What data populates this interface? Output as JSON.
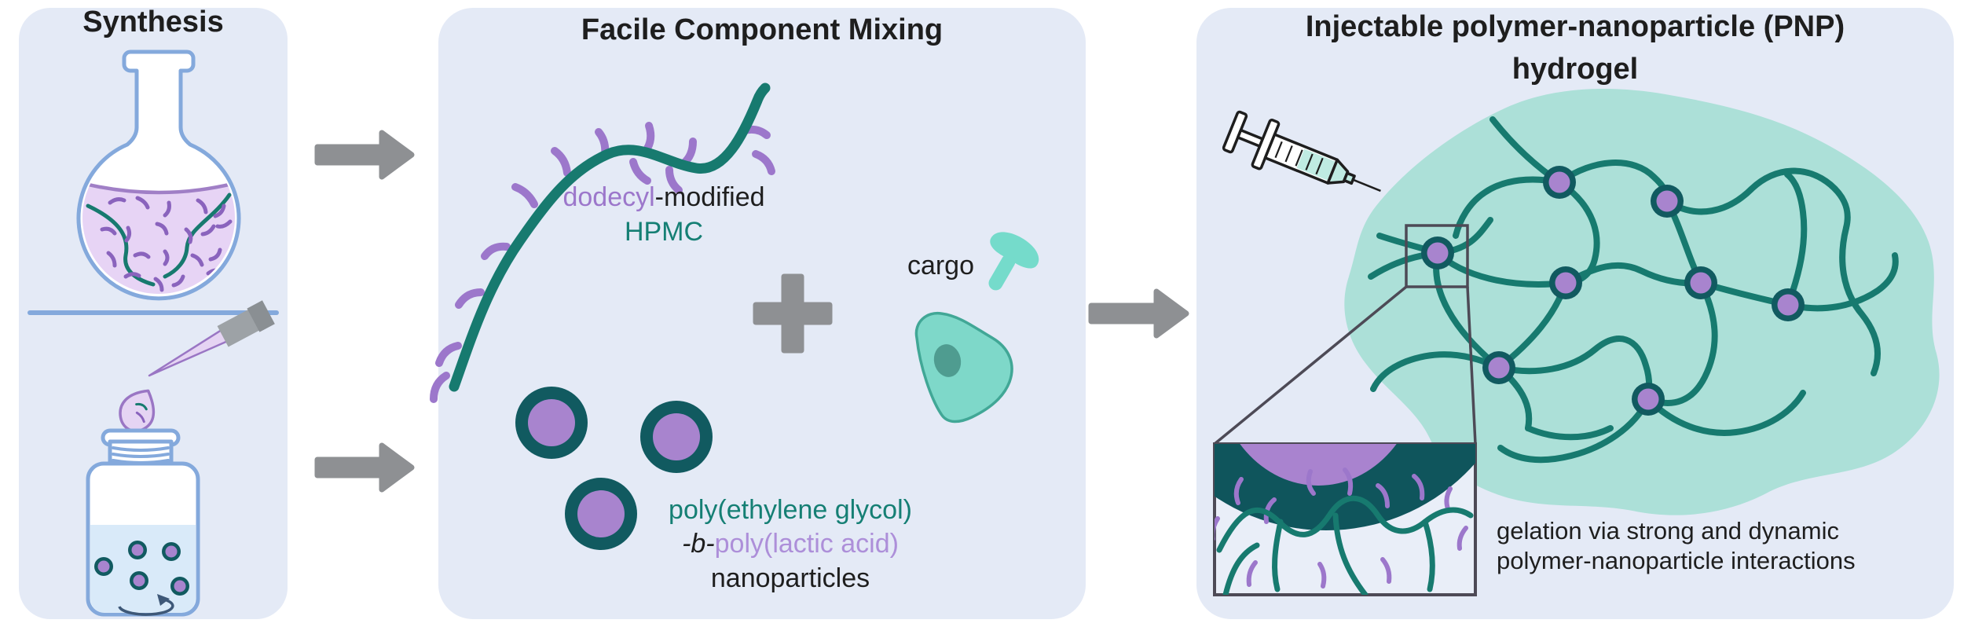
{
  "figure": {
    "type": "scientific-schematic",
    "description": "Three-panel schematic of injectable polymer-nanoparticle hydrogel formation"
  },
  "panels": {
    "synthesis": {
      "title": "Synthesis"
    },
    "mixing": {
      "title": "Facile Component Mixing",
      "hpmc_label_colored": "dodecyl",
      "hpmc_label_rest": "-modified",
      "hpmc_label_line2": "HPMC",
      "cargo_label": "cargo",
      "np_label_line1": "poly(ethylene glycol)",
      "np_label_line2_prefix": "-b-",
      "np_label_line2_suffix": "poly(lactic acid)",
      "np_label_line3": "nanoparticles"
    },
    "hydrogel": {
      "title_line1": "Injectable polymer-nanoparticle (PNP)",
      "title_line2": "hydrogel",
      "caption_line1": "gelation via strong and dynamic",
      "caption_line2": "polymer-nanoparticle interactions"
    }
  },
  "palette": {
    "panel_bg": "#E4EAF6",
    "text_dark": "#1E1E1E",
    "arrow_gray": "#8E9093",
    "teal_polymer": "#177A6F",
    "teal_text": "#157F74",
    "purple_side_chain": "#9C77CB",
    "purple_text_light": "#AD8FD9",
    "flask_squiggle": "#8A63BD",
    "np_shell": "#115A60",
    "np_core": "#A884CE",
    "gel_fill": "#ACE0D8",
    "cell_fill": "#7ED8C9",
    "cell_stroke": "#41A796",
    "cell_nucleus": "#4F9C90",
    "cargo_molecule": "#75DBCB",
    "glass_blue": "#84A9DC",
    "flask_liquid": "#E7D4F5",
    "liquid_surface": "#A07FC6",
    "jar_liquid": "#D9EAF9",
    "drop_fill": "#E5D4F3",
    "drop_stroke": "#9A76C4",
    "pipette_gray": "#9DA2A6",
    "syringe_liquid": "#BFEBE2",
    "stir_arrow": "#3E5878",
    "inset_outline": "#4D4A56",
    "inset_shell": "#0F555C",
    "inset_core": "#A983CF"
  }
}
